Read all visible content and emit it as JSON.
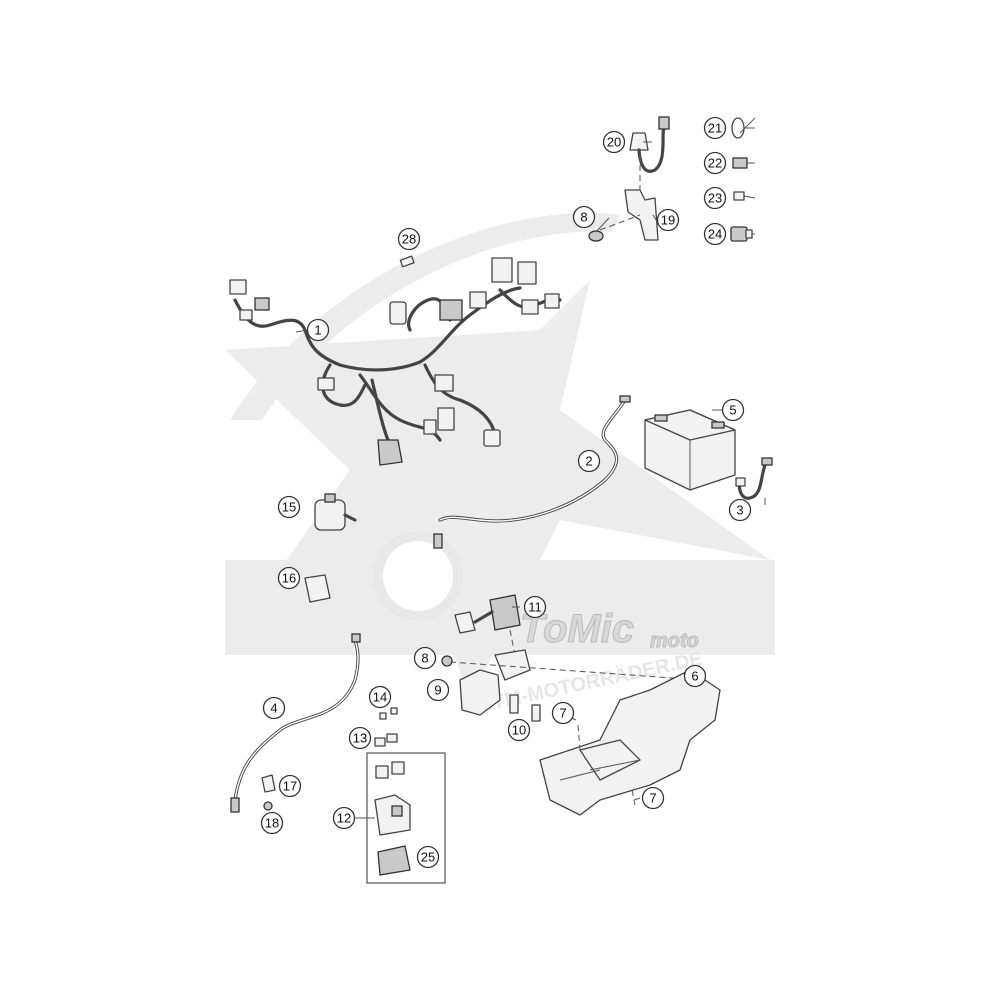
{
  "watermark": {
    "logo_text": "ToMic",
    "logo_subtext": "moto",
    "side_text": "KTM-MOTORRÄDER.DE",
    "colors": {
      "watermark": "#ececec",
      "logo": "#d8d8d8"
    }
  },
  "callouts": {
    "c1": "1",
    "c2": "2",
    "c3": "3",
    "c4": "4",
    "c5": "5",
    "c6": "6",
    "c7a": "7",
    "c7b": "7",
    "c8a": "8",
    "c8b": "8",
    "c9": "9",
    "c10": "10",
    "c11": "11",
    "c12": "12",
    "c13": "13",
    "c14": "14",
    "c15": "15",
    "c16": "16",
    "c17": "17",
    "c18": "18",
    "c19": "19",
    "c20": "20",
    "c21": "21",
    "c22": "22",
    "c23": "23",
    "c24": "24",
    "c25": "25",
    "c28": "28"
  },
  "icons": {
    "wiring-harness": "wiring-harness-icon",
    "battery": "battery-icon",
    "battery-cable": "battery-cable-icon",
    "fuse-box": "fuse-box-icon",
    "relay": "relay-icon",
    "regulator": "regulator-icon"
  }
}
